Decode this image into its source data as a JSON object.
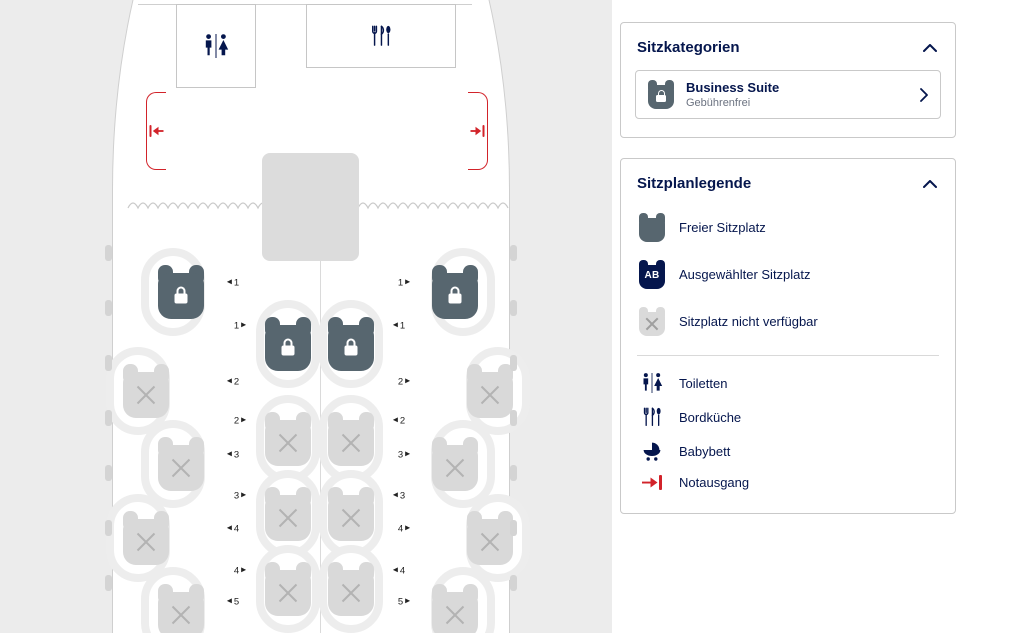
{
  "seatmap": {
    "cabin": {
      "window_rows": [
        {
          "num": "1",
          "left": "free",
          "right": "free"
        },
        {
          "num": "2",
          "left": "unavailable",
          "right": "unavailable"
        },
        {
          "num": "3",
          "left": "unavailable",
          "right": "unavailable"
        },
        {
          "num": "4",
          "left": "unavailable",
          "right": "unavailable"
        },
        {
          "num": "5",
          "left": "unavailable",
          "right": "unavailable"
        }
      ],
      "center_rows": [
        {
          "num": "1",
          "left": "free",
          "right": "free"
        },
        {
          "num": "2",
          "left": "unavailable",
          "right": "unavailable"
        },
        {
          "num": "3",
          "left": "unavailable",
          "right": "unavailable"
        },
        {
          "num": "4",
          "left": "unavailable",
          "right": "unavailable"
        }
      ]
    },
    "facilities": [
      "toilets",
      "galley"
    ],
    "exits": [
      "left",
      "right"
    ]
  },
  "categories": {
    "title": "Sitzkategorien",
    "items": [
      {
        "label": "Business Suite",
        "sublabel": "Gebührenfrei",
        "icon": "seat-lock-icon"
      }
    ]
  },
  "legend": {
    "title": "Sitzplanlegende",
    "seat_items": [
      {
        "icon": "seat-free-icon",
        "label": "Freier Sitzplatz"
      },
      {
        "icon": "seat-selected-icon",
        "label": "Ausgewählter Sitzplatz",
        "badge": "AB"
      },
      {
        "icon": "seat-unavailable-icon",
        "label": "Sitzplatz nicht verfügbar"
      }
    ],
    "facility_items": [
      {
        "icon": "toilets-icon",
        "label": "Toiletten"
      },
      {
        "icon": "galley-icon",
        "label": "Bordküche"
      },
      {
        "icon": "bassinet-icon",
        "label": "Babybett"
      },
      {
        "icon": "exit-icon",
        "label": "Notausgang"
      }
    ]
  },
  "colors": {
    "navy": "#05164d",
    "seat_free": "#57666f",
    "seat_unavailable": "#d9d9d9",
    "exit_red": "#d2232a",
    "map_background": "#ececec"
  }
}
